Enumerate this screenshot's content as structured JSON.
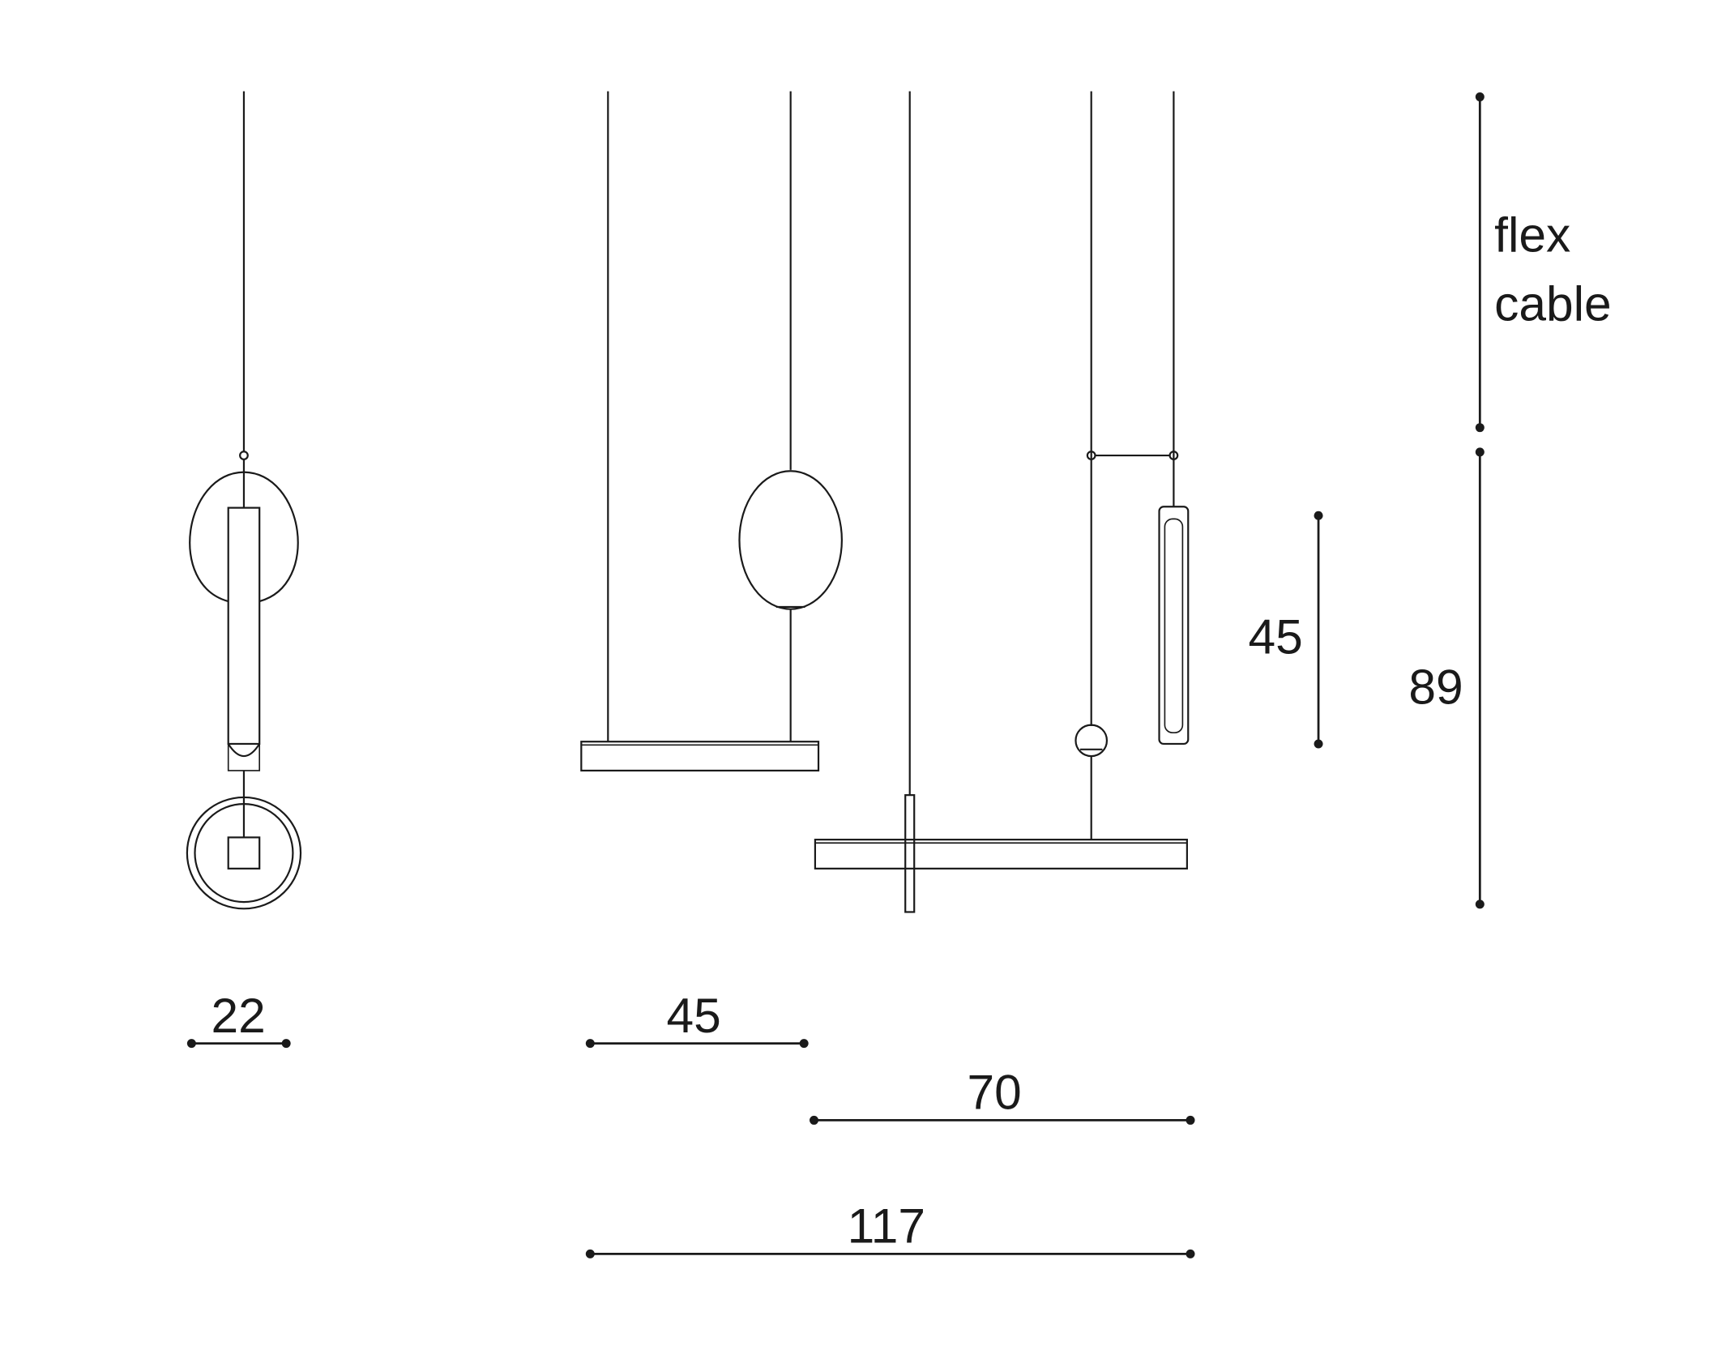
{
  "diagram": {
    "title": "Pendant lamp dimensions",
    "dimensions": {
      "width_single": "22",
      "width_bar_small": "45",
      "width_bar_large": "70",
      "width_total": "117",
      "height_tube": "45",
      "height_body": "89"
    },
    "cable_note": {
      "line1": "flex",
      "line2": "cable"
    },
    "colors": {
      "line": "#1a1a1a",
      "background": "#ffffff"
    }
  }
}
